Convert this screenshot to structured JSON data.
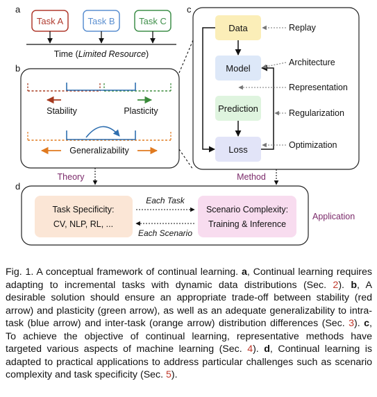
{
  "panels": {
    "a": {
      "letter": "a",
      "tasks": [
        "Task A",
        "Task B",
        "Task C"
      ],
      "time_label_prefix": "Time (",
      "time_label_em": "Limited Resource",
      "time_label_suffix": ")"
    },
    "b": {
      "letter": "b",
      "stability": "Stability",
      "plasticity": "Plasticity",
      "generalizability": "Generalizability",
      "theory": "Theory"
    },
    "c": {
      "letter": "c",
      "nodes": [
        "Data",
        "Model",
        "Prediction",
        "Loss"
      ],
      "aspects": [
        "Replay",
        "Architecture",
        "Representation",
        "Regularization",
        "Optimization"
      ],
      "method": "Method"
    },
    "d": {
      "letter": "d",
      "task_specificity_title": "Task Specificity:",
      "task_specificity_items": "CV, NLP, RL, ...",
      "each_task": "Each Task",
      "each_scenario": "Each Scenario",
      "scenario_title": "Scenario Complexity:",
      "scenario_items": "Training & Inference",
      "application": "Application"
    }
  },
  "caption": {
    "prefix": "Fig. 1. A conceptual framework of continual learning. ",
    "a_letter": "a",
    "a_text": ", Continual learning requires adapting to incremental tasks with dynamic data distributions (Sec. ",
    "a_ref": "2",
    "a_end": "). ",
    "b_letter": "b",
    "b_text": ", A desirable solution should ensure an appropriate trade-off between stability (red arrow) and plasticity (green arrow), as well as an adequate generalizability to intra-task (blue arrow) and inter-task (orange arrow) distribution differences (Sec. ",
    "b_ref": "3",
    "b_end": "). ",
    "c_letter": "c",
    "c_text": ", To achieve the objective of continual learning, representative methods have targeted various aspects of machine learning (Sec. ",
    "c_ref": "4",
    "c_end": "). ",
    "d_letter": "d",
    "d_text": ", Continual learning is adapted to practical applications to address particular challenges such as scenario complexity and task specificity (Sec. ",
    "d_ref": "5",
    "d_end": ")."
  },
  "colors": {
    "task_a": "#b03a2e",
    "task_b": "#5b8fd0",
    "task_c": "#3f8f4a",
    "stability": "#a63a1f",
    "plasticity": "#3a8a3a",
    "intra": "#2f6fb0",
    "inter": "#e07a1f",
    "data_fill": "#fbeeb8",
    "model_fill": "#dde8f8",
    "prediction_fill": "#dff4df",
    "loss_fill": "#e2e4f8",
    "task_spec_fill": "#fbe6d6",
    "scenario_fill": "#f8dcef",
    "purple_label": "#7b2a6a"
  }
}
